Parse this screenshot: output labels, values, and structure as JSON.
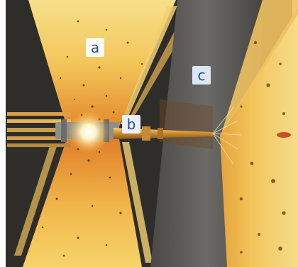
{
  "labels": {
    "a": "a",
    "b": "b",
    "c": "c"
  },
  "colors": {
    "background": "#2f2d2a",
    "beam_yellow": "#f1c74a",
    "beam_orange": "#e58a2c",
    "plate_gray": "#5a5955",
    "label_text": "#2a4f86"
  }
}
